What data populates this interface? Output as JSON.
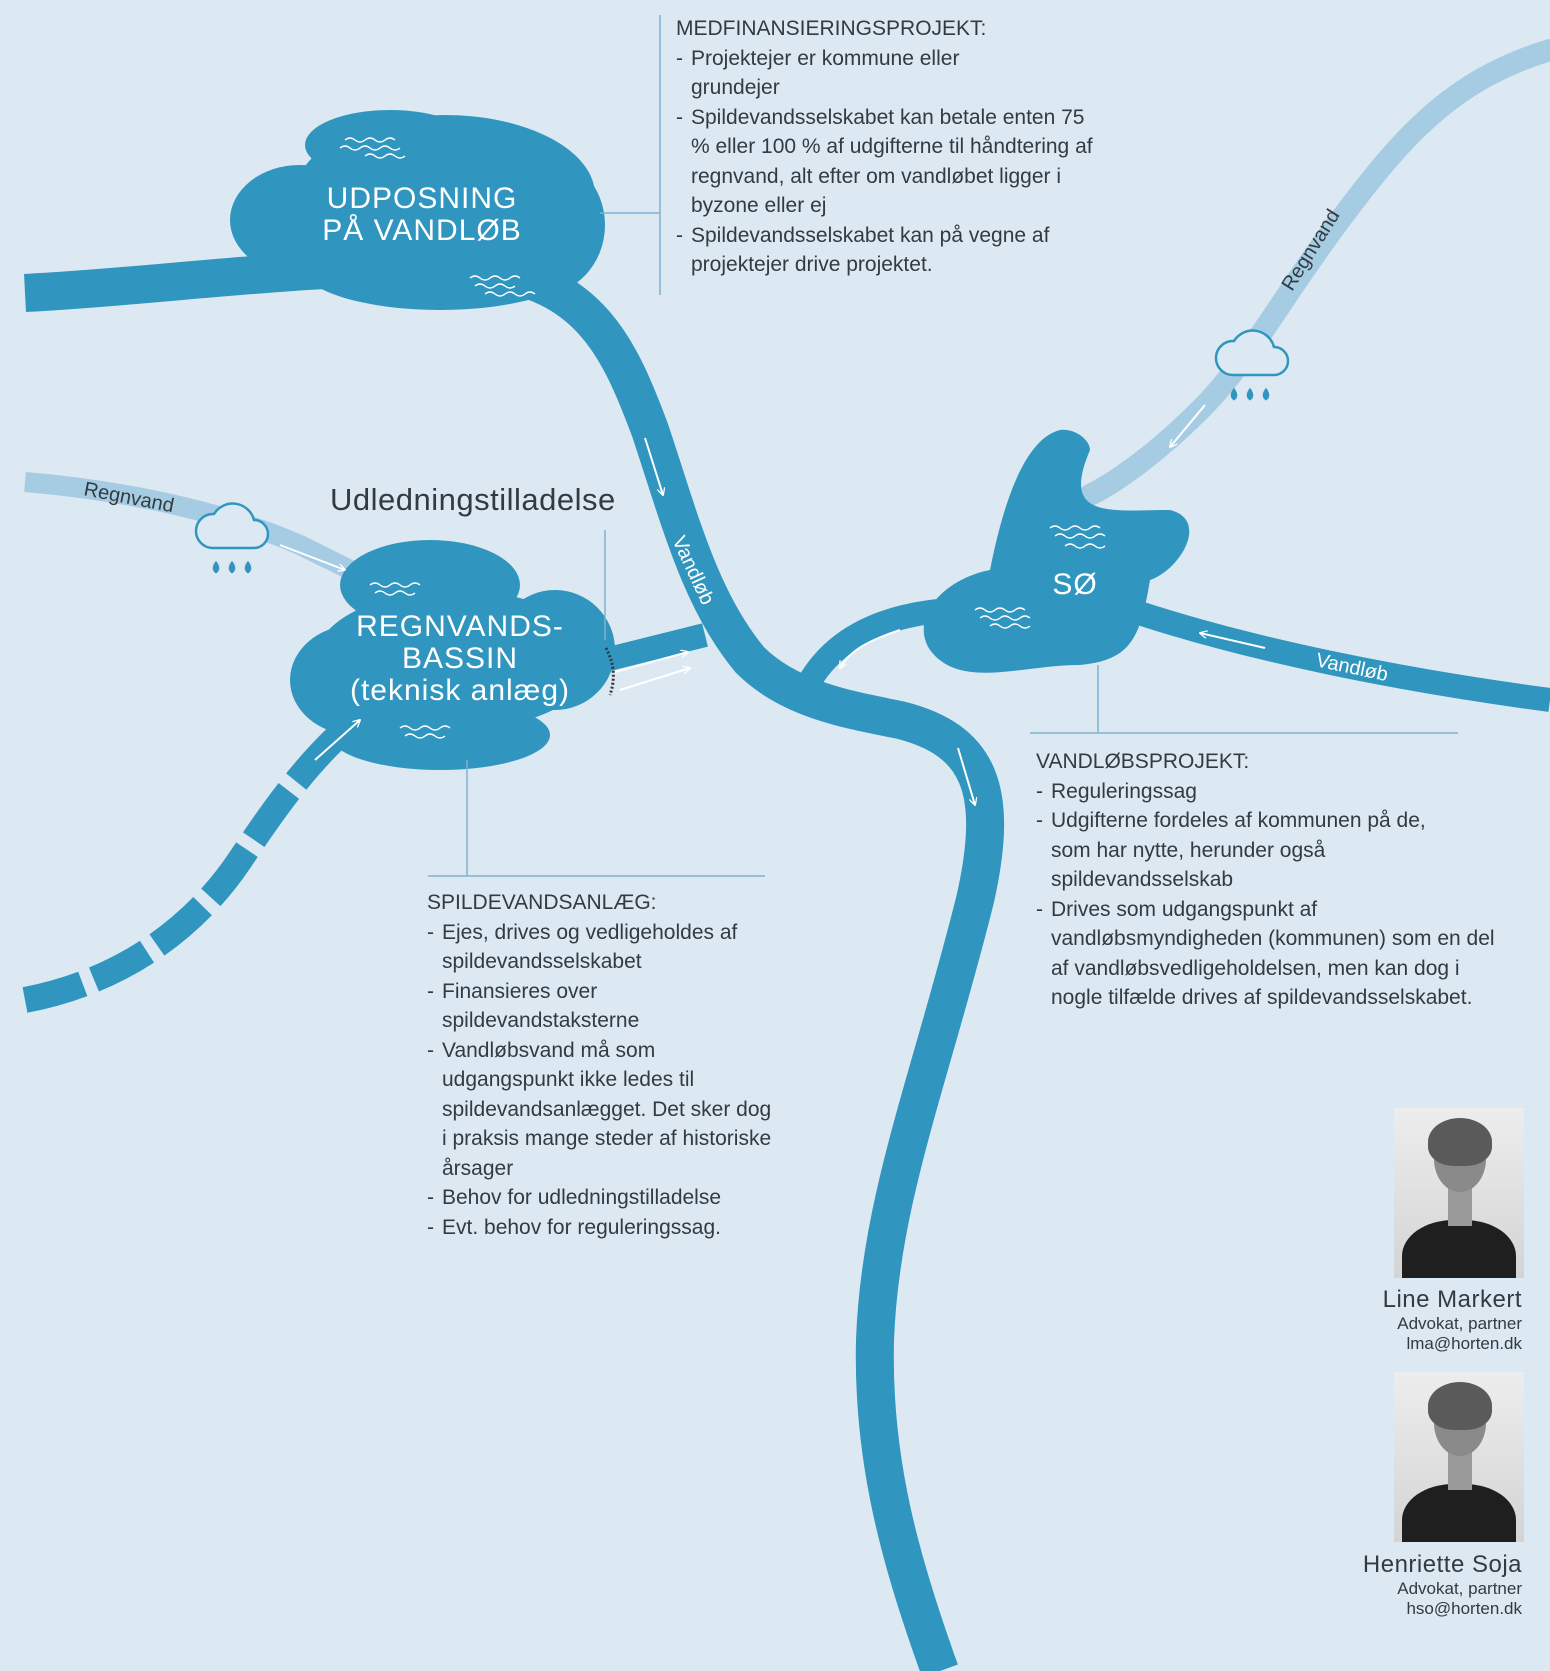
{
  "nodes": {
    "udposning": {
      "line1": "UDPOSNING",
      "line2": "PÅ VANDLØB"
    },
    "bassin": {
      "line1": "REGNVANDS-",
      "line2": "BASSIN",
      "line3": "(teknisk anlæg)"
    },
    "so": {
      "line1": "SØ"
    }
  },
  "labels": {
    "udledning": "Udledningstilladelse",
    "regnvand": "Regnvand",
    "vandlob": "Vandløb"
  },
  "medfinansiering": {
    "heading": "MEDFINANSIERINGSPROJEKT:",
    "items": [
      "Projektejer er kommune eller grundejer",
      "Spildevandsselskabet kan betale enten 75 % eller 100 % af udgifterne til håndtering af regnvand, alt efter om vandløbet ligger i byzone eller ej",
      "Spildevandsselskabet kan på vegne af projektejer drive projektet."
    ]
  },
  "spildevand": {
    "heading": "SPILDEVANDSANLÆG:",
    "items": [
      "Ejes, drives og vedligeholdes af spildevandsselskabet",
      "Finansieres over spildevandstaksterne",
      "Vandløbsvand må som udgangspunkt ikke ledes til spildevandsanlægget. Det sker dog i praksis mange steder af historiske årsager",
      "Behov for udledningstilladelse",
      "Evt. behov for reguleringssag."
    ]
  },
  "vandlobsprojekt": {
    "heading": "VANDLØBSPROJEKT:",
    "items": [
      "Reguleringssag",
      "Udgifterne fordeles af kommunen på de, som har nytte, herunder også spildevandsselskab",
      "Drives som udgangspunkt af vandløbsmyndigheden (kommunen) som en del af vandløbsvedligeholdelsen, men kan dog i nogle tilfælde drives af spildevandsselskabet."
    ]
  },
  "people": [
    {
      "name": "Line Markert",
      "title": "Advokat, partner",
      "email": "lma@horten.dk"
    },
    {
      "name": "Henriette Soja",
      "title": "Advokat, partner",
      "email": "hso@horten.dk"
    }
  ],
  "colors": {
    "background": "#dce9f2",
    "river": "#3096bf",
    "rain": "#a6cce3",
    "text": "#333a40"
  }
}
